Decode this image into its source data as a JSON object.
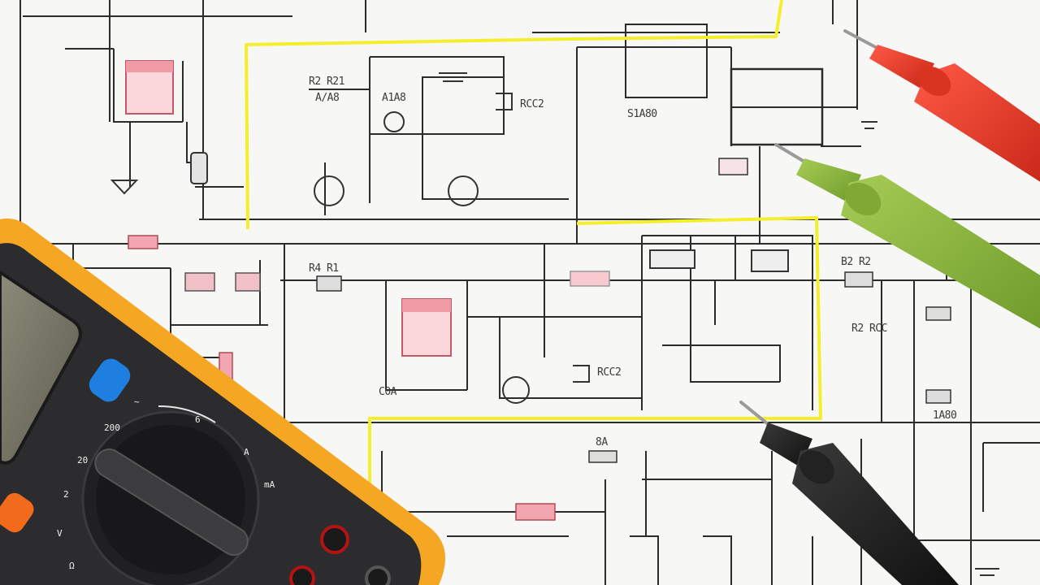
{
  "scene": {
    "subject": "electrical schematic with multimeter and test probes",
    "colors": {
      "paper": "#f7f7f5",
      "wire": "#2b2b2b",
      "highlight": "#f4ef2a",
      "meter_body": "#f5a623",
      "meter_face": "#2c2c2e",
      "probe_red": "#e8392a",
      "probe_green": "#8ab33a",
      "probe_black": "#1e1e1e",
      "button_blue": "#1f7fe0",
      "button_orange": "#f26a1b",
      "component_pink": "#f2a7b0"
    }
  },
  "schematic_labels": {
    "top_left_1": "R2 R21",
    "top_left_2": "A/A8",
    "top_mid": "A1A8",
    "right_1": "RCC2",
    "top_right": "S1A80",
    "mid_left": "R4 R1",
    "mid_right_1": "RCC2",
    "lower_left": "C0A",
    "right_2": "R2 RCC",
    "bottom_mid": "8A",
    "bottom_right": "1A80",
    "right_edge": "B2 R2"
  },
  "meter_dial_marks": [
    "V",
    "Ω",
    "A",
    "mA",
    "~",
    "200",
    "20",
    "2",
    "6"
  ]
}
